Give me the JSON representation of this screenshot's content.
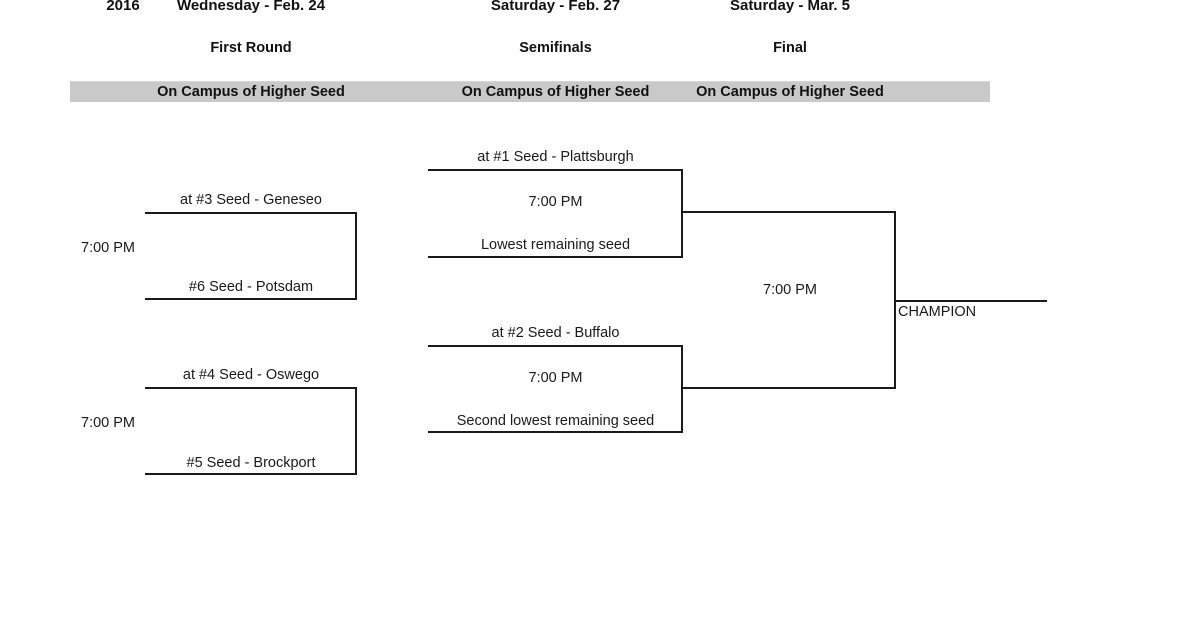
{
  "colors": {
    "background": "#ffffff",
    "banner": "#c9c9c9",
    "line": "#1a1a1a",
    "text": "#1a1a1a"
  },
  "header": {
    "year": "2016",
    "columns": [
      {
        "date": "Wednesday - Feb. 24",
        "round": "First Round",
        "venue": "On Campus of Higher Seed"
      },
      {
        "date": "Saturday - Feb. 27",
        "round": "Semifinals",
        "venue": "On Campus of Higher Seed"
      },
      {
        "date": "Saturday - Mar. 5",
        "round": "Final",
        "venue": "On Campus of Higher Seed"
      }
    ]
  },
  "bracket": {
    "first_round": {
      "game1": {
        "home": "at #3 Seed - Geneseo",
        "time": "7:00 PM",
        "away": "#6 Seed - Potsdam"
      },
      "game2": {
        "home": "at #4 Seed - Oswego",
        "time": "7:00 PM",
        "away": "#5 Seed - Brockport"
      }
    },
    "semifinals": {
      "game1": {
        "home": "at #1 Seed - Plattsburgh",
        "time": "7:00 PM",
        "away": "Lowest remaining seed"
      },
      "game2": {
        "home": "at #2 Seed - Buffalo",
        "time": "7:00 PM",
        "away": "Second lowest remaining seed"
      }
    },
    "final": {
      "time": "7:00 PM",
      "champion": "CHAMPION"
    }
  }
}
